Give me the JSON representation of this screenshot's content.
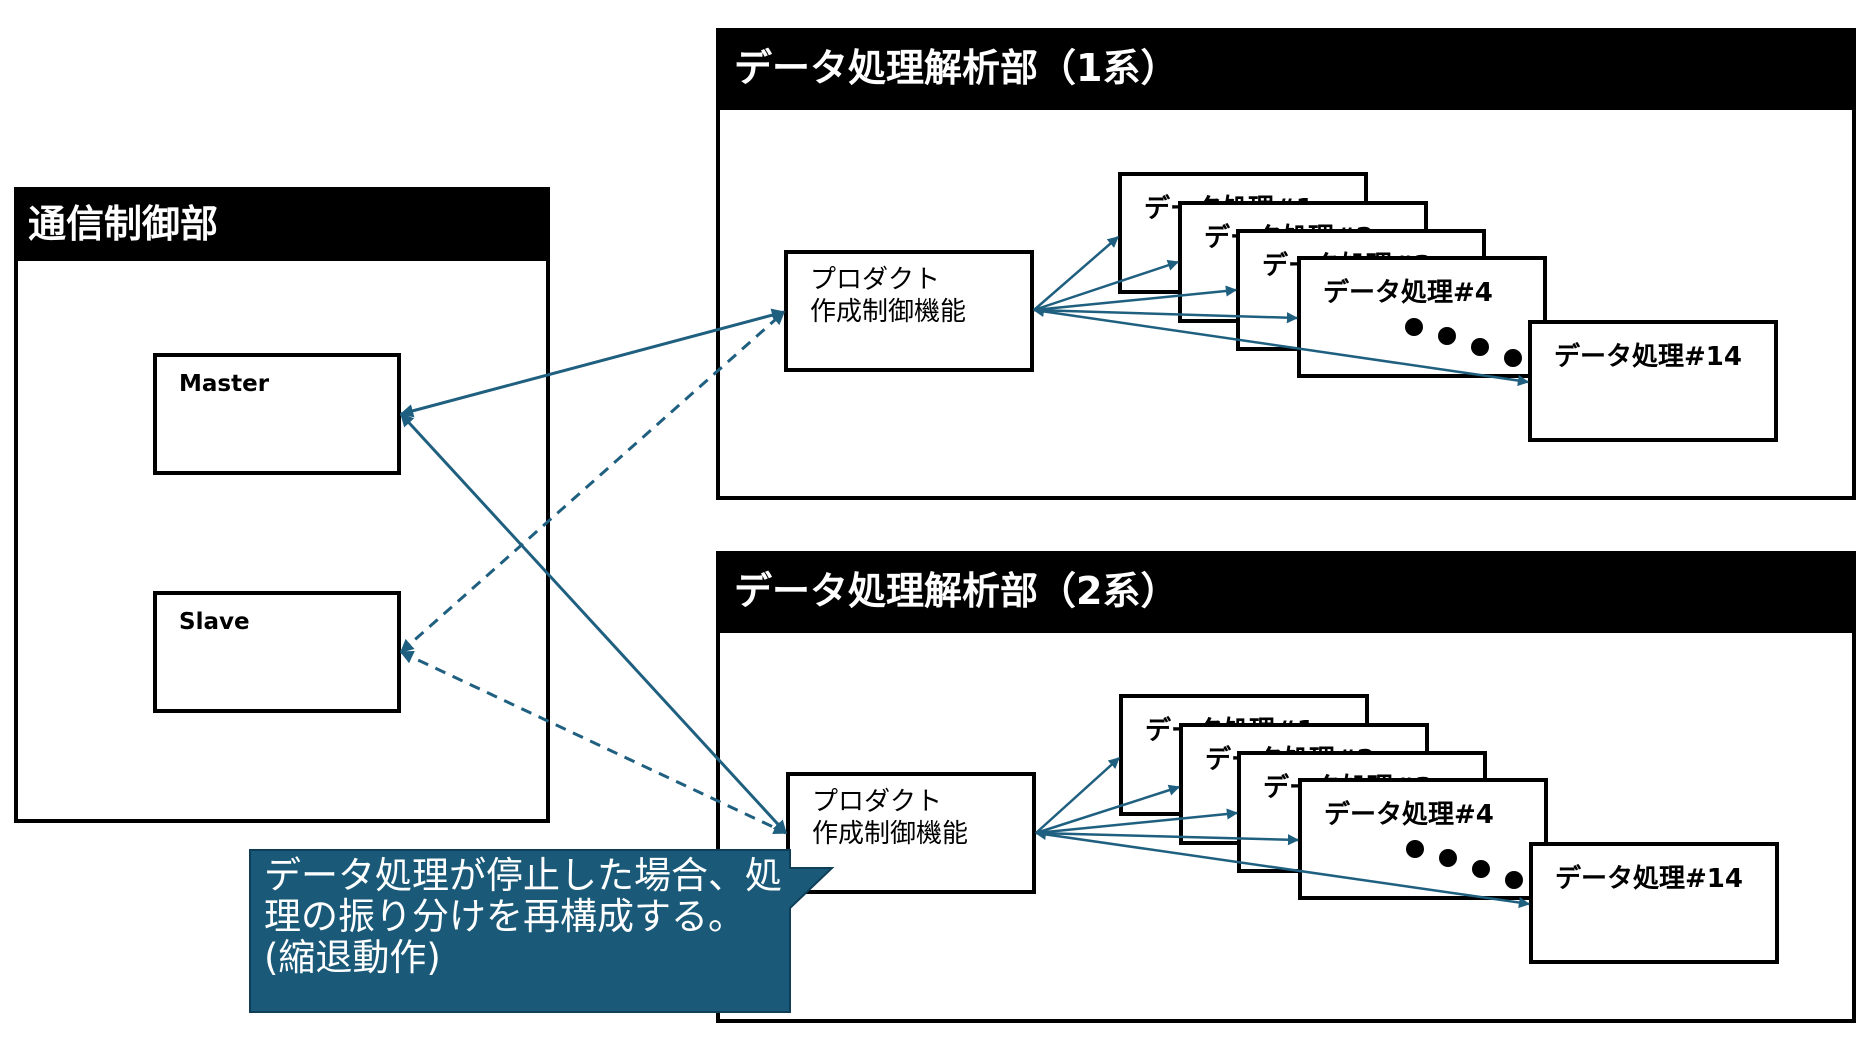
{
  "colors": {
    "connector": "#1f5f7f",
    "callout_fill": "#1a5a78",
    "callout_text": "#ffffff",
    "border": "#000000"
  },
  "comm": {
    "title": "通信制御部",
    "master": "Master",
    "slave": "Slave"
  },
  "sys1": {
    "title": "データ処理解析部（1系）",
    "product_line1": "プロダクト",
    "product_line2": "作成制御機能",
    "proc1": "データ処理#1",
    "proc2": "データ処理#2",
    "proc3": "データ処理#3",
    "proc4": "データ処理#4",
    "proc14": "データ処理#14"
  },
  "sys2": {
    "title": "データ処理解析部（2系）",
    "product_line1": "プロダクト",
    "product_line2": "作成制御機能",
    "proc1": "データ処理#1",
    "proc2": "データ処理#2",
    "proc3": "データ処理#3",
    "proc4": "データ処理#4",
    "proc14": "データ処理#14"
  },
  "callout": {
    "text": "データ処理が停止した場合、処理の振り分けを再構成する。(縮退動作)"
  }
}
